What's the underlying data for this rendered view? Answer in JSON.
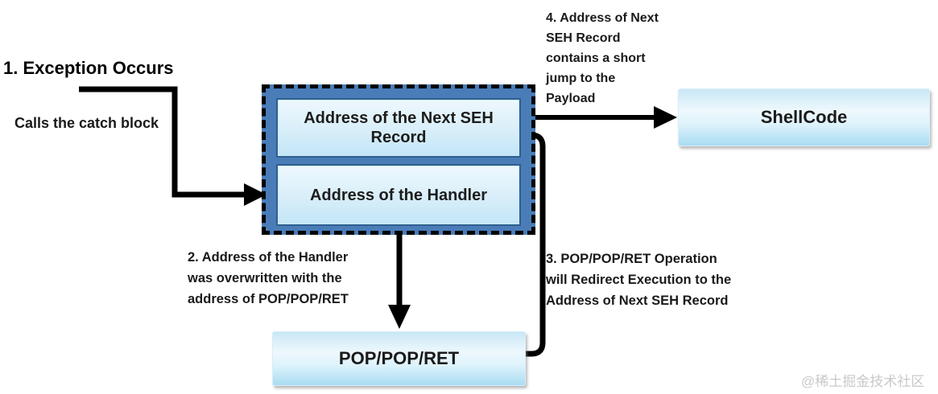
{
  "diagram": {
    "title_context": "SEH overwrite exploitation flow",
    "labels": {
      "step1_title": "1. Exception Occurs",
      "step1_caption": "Calls the catch block",
      "seh_record": "Address of the Next SEH Record",
      "handler": "Address of the Handler",
      "shellcode": "ShellCode",
      "pop_pop_ret": "POP/POP/RET",
      "note2": "2. Address of the Handler\nwas overwritten with the\naddress of POP/POP/RET",
      "note3": "3. POP/POP/RET Operation\nwill Redirect Execution to the\nAddress of Next SEH Record",
      "note4": "4. Address of Next\nSEH Record\ncontains a short\njump to the\nPayload",
      "watermark": "@稀土掘金技术社区"
    },
    "colors": {
      "frame_fill": "#4a7db8",
      "frame_dash": "#000000",
      "inner_box_gradient_top": "#eef8fd",
      "inner_box_gradient_bottom": "#c2e6f7",
      "inner_box_border": "#2e5f8f",
      "node_box_gradient_top": "#c9e7f6",
      "node_box_gradient_bottom": "#a9dcf3",
      "arrow": "#000000",
      "text": "#1a1a1a",
      "watermark": "#c9c9c9",
      "background": "#ffffff"
    }
  }
}
